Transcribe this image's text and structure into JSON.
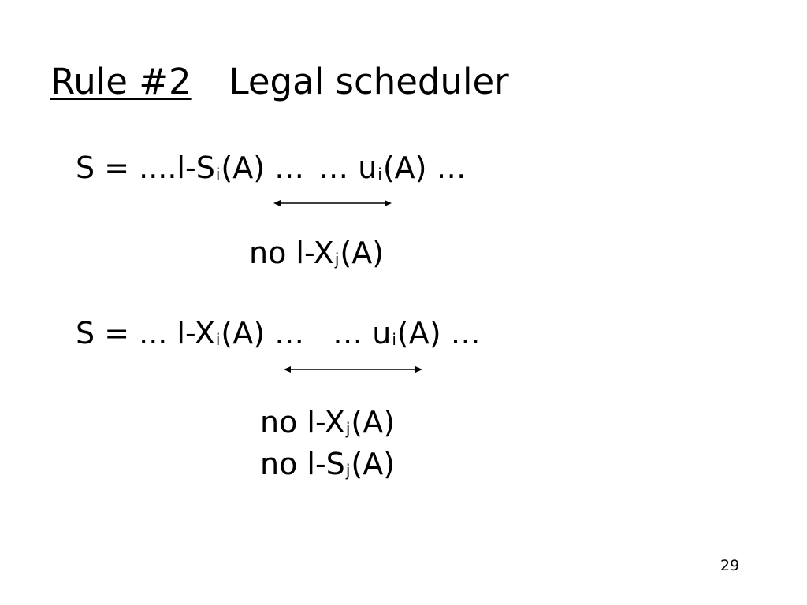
{
  "slide": {
    "title_rule": "Rule #2",
    "title_text": "Legal scheduler",
    "page_number": "29"
  },
  "schedule1": {
    "prefix": "S = ....l-S",
    "sub_i": "i",
    "mid": "(A) …",
    "dots": "… u",
    "sub_i2": "i",
    "end": "(A) …"
  },
  "note1": {
    "text": "no l-X",
    "sub": "j",
    "end": "(A)"
  },
  "schedule2": {
    "prefix": "S = ... l-X",
    "sub_i": "i",
    "mid": "(A) …",
    "dots": "… u",
    "sub_i2": "i",
    "end": "(A) …"
  },
  "note2a": {
    "text": "no l-X",
    "sub": "j",
    "end": "(A)"
  },
  "note2b": {
    "text": "no l-S",
    "sub": "j",
    "end": "(A)"
  }
}
